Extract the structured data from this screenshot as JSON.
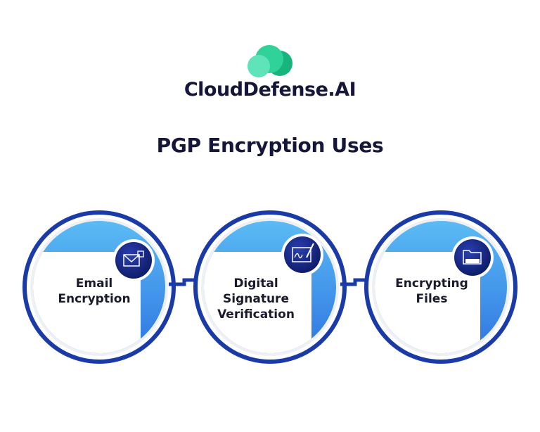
{
  "brand": {
    "name": "CloudDefense.AI",
    "logo_colors": [
      "#5fe3b8",
      "#2fd39a",
      "#17b57d"
    ]
  },
  "title": "PGP Encryption Uses",
  "colors": {
    "ring": "#1a3aa8",
    "gradient_top": "#5ec0f5",
    "gradient_bottom": "#2a6fe0",
    "icon_bg": "#12207a"
  },
  "items": [
    {
      "label_line1": "Email",
      "label_line2": "Encryption",
      "icon": "envelope-lock-icon"
    },
    {
      "label_line1": "Digital",
      "label_line2": "Signature",
      "label_line3": "Verification",
      "icon": "digital-signature-icon"
    },
    {
      "label_line1": "Encrypting",
      "label_line2": "Files",
      "icon": "folder-lock-icon"
    }
  ]
}
